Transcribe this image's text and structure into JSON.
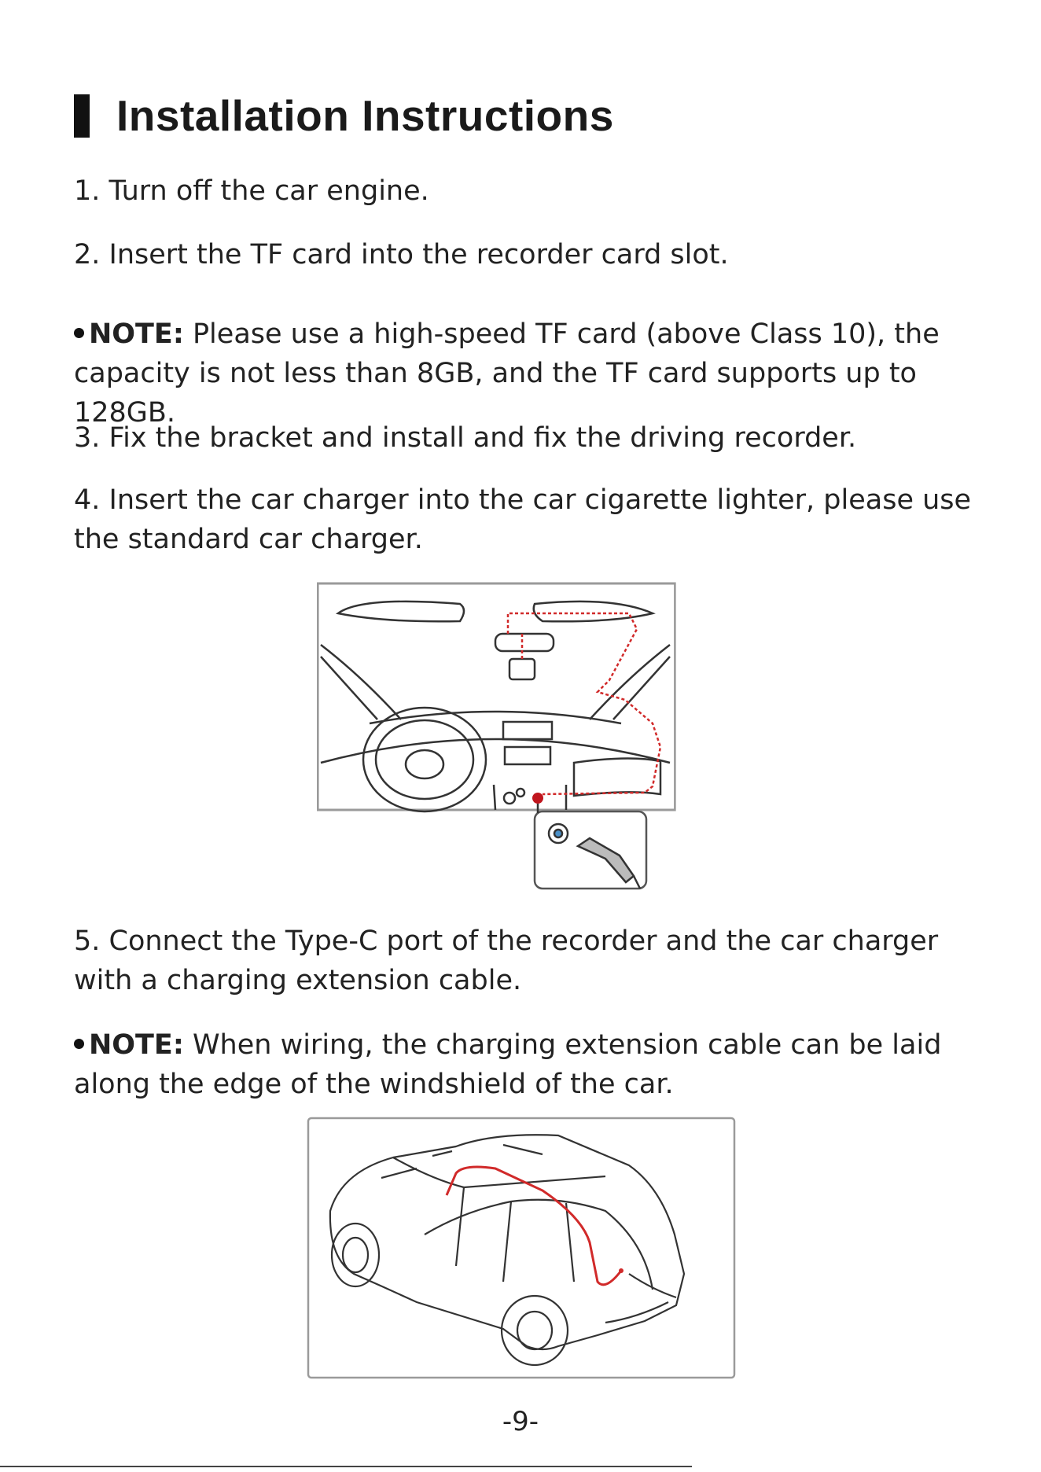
{
  "heading": {
    "title": "Installation Instructions"
  },
  "steps": {
    "step1": "1. Turn off the car engine.",
    "step2": "2. Insert the TF card into the recorder card slot.",
    "step3": "3. Fix the bracket and install and fix the driving recorder.",
    "step4": "4. Insert the car charger into the car cigarette lighter, please use the standard car charger.",
    "step5": "5. Connect the Type-C port of the recorder and the car charger with a charging extension cable."
  },
  "notes": {
    "note1": {
      "label": "NOTE:",
      "text": " Please use a high-speed TF card (above Class 10), the capacity is not less than 8GB, and the TF card supports up to 128GB."
    },
    "note2": {
      "label": "NOTE:",
      "text": " When wiring, the charging extension cable can be laid along the edge of the windshield of the car."
    }
  },
  "colors": {
    "cable": "#d12a2a",
    "outline": "#333333",
    "frame": "#9a9a9a"
  },
  "footer": {
    "page_number": "-9-"
  }
}
